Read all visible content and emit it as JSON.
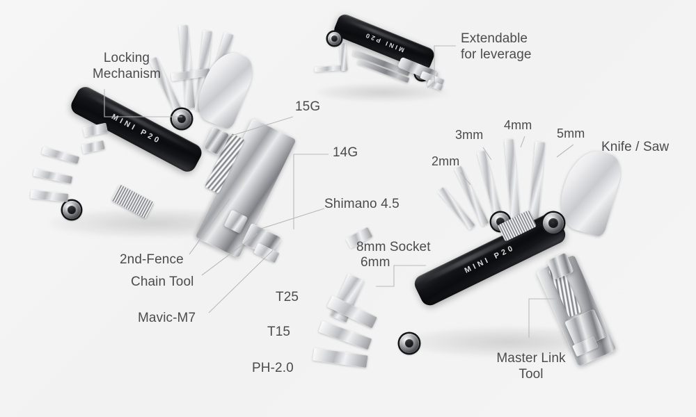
{
  "scene": {
    "title": "MINI P20 bicycle multi-tool annotated diagram",
    "background_color": "#f4f4f4",
    "label_color": "#4b4b4d",
    "leader_color": "#b9b9bb",
    "brand_text": "MINI P20"
  },
  "tools": {
    "left_tool": {
      "brand": "MINI P20"
    },
    "top_tool": {
      "brand": "MINI P20"
    },
    "right_tool": {
      "brand": "MINI P20"
    }
  },
  "callouts": {
    "locking_mechanism": "Locking\nMechanism",
    "extendable": "Extendable\nfor leverage",
    "g15": "15G",
    "g14": "14G",
    "shimano": "Shimano 4.5",
    "second_fence": "2nd-Fence",
    "chain_tool": "Chain Tool",
    "mavic_m7": "Mavic-M7",
    "t25": "T25",
    "t15": "T15",
    "ph20": "PH-2.0",
    "socket_8mm": "8mm Socket",
    "socket_6mm": "6mm",
    "hex_2mm": "2mm",
    "hex_3mm": "3mm",
    "hex_4mm": "4mm",
    "hex_5mm": "5mm",
    "knife_saw": "Knife / Saw",
    "master_link": "Master Link\nTool"
  }
}
